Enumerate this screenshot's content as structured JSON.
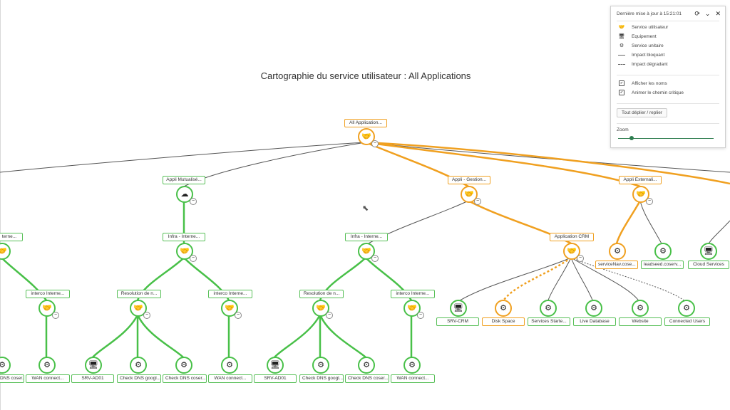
{
  "title": "Cartographie du service utilisateur : All Applications",
  "colors": {
    "ok": "#48c048",
    "warn": "#f0a020",
    "edge": "#555555"
  },
  "nodes": {
    "root": {
      "label": "All Application...",
      "icon": "handshake-icon"
    },
    "mutualise": {
      "label": "Appli Mutualisé...",
      "icon": "cloud-icon"
    },
    "gestion": {
      "label": "Appli - Gestion...",
      "icon": "handshake-icon"
    },
    "externali": {
      "label": "Appli Externali...",
      "icon": "handshake-icon"
    },
    "infra_left": {
      "label": "terne...",
      "icon": "handshake-icon"
    },
    "infra1": {
      "label": "Infra - Interne...",
      "icon": "handshake-icon"
    },
    "infra2": {
      "label": "Infra - Interne...",
      "icon": "handshake-icon"
    },
    "crm": {
      "label": "Application CRM",
      "icon": "handshake-icon"
    },
    "servicenav": {
      "label": "serviceNav.cose...",
      "icon": "gear-icon"
    },
    "leadseed": {
      "label": "leadseed.coserv...",
      "icon": "gear-icon"
    },
    "cloud": {
      "label": "Cloud Services",
      "icon": "monitor-icon"
    },
    "interco1": {
      "label": "interco Interne...",
      "icon": "handshake-icon"
    },
    "resol1": {
      "label": "Resolution de n...",
      "icon": "handshake-icon"
    },
    "interco2": {
      "label": "interco Interne...",
      "icon": "handshake-icon"
    },
    "resol2": {
      "label": "Resolution de n...",
      "icon": "handshake-icon"
    },
    "interco3": {
      "label": "interco Interne...",
      "icon": "handshake-icon"
    },
    "srvcrm": {
      "label": "SRV-CRM",
      "icon": "monitor-icon"
    },
    "disk": {
      "label": "Disk Space",
      "icon": "gear-icon"
    },
    "starter": {
      "label": "Services Starte...",
      "icon": "gear-icon"
    },
    "livedb": {
      "label": "Live Database",
      "icon": "gear-icon"
    },
    "website": {
      "label": "Website",
      "icon": "gear-icon"
    },
    "connected": {
      "label": "Connected Users",
      "icon": "gear-icon"
    },
    "leaf0": {
      "label": "DNS coser...",
      "icon": "gear-icon"
    },
    "wan1": {
      "label": "WAN connect...",
      "icon": "gear-icon"
    },
    "srvad1": {
      "label": "SRV-AD01",
      "icon": "monitor-icon"
    },
    "dnsg1": {
      "label": "Check DNS googl...",
      "icon": "gear-icon"
    },
    "dnsc1": {
      "label": "Check DNS coser...",
      "icon": "gear-icon"
    },
    "wan2": {
      "label": "WAN connect...",
      "icon": "gear-icon"
    },
    "srvad2": {
      "label": "SRV-AD01",
      "icon": "monitor-icon"
    },
    "dnsg2": {
      "label": "Check DNS googl...",
      "icon": "gear-icon"
    },
    "dnsc2": {
      "label": "Check DNS coser...",
      "icon": "gear-icon"
    },
    "wan3": {
      "label": "WAN connect...",
      "icon": "gear-icon"
    }
  },
  "legend": {
    "updated": "Dernière mise à jour à 15:21:01",
    "refresh_icon": "refresh-icon",
    "collapse_icon": "chevron-down-icon",
    "close_icon": "close-icon",
    "items": {
      "service_user": "Service utilisateur",
      "equipment": "Equipement",
      "unit_service": "Service unitaire",
      "blocking": "Impact bloquant",
      "degrading": "Impact dégradant"
    },
    "show_names": {
      "label": "Afficher les noms",
      "checked": true
    },
    "animate_path": {
      "label": "Animer le chemin critique",
      "checked": true
    },
    "toggle_all": "Tout déplier / replier",
    "zoom_label": "Zoom",
    "zoom_level": 0.1
  }
}
